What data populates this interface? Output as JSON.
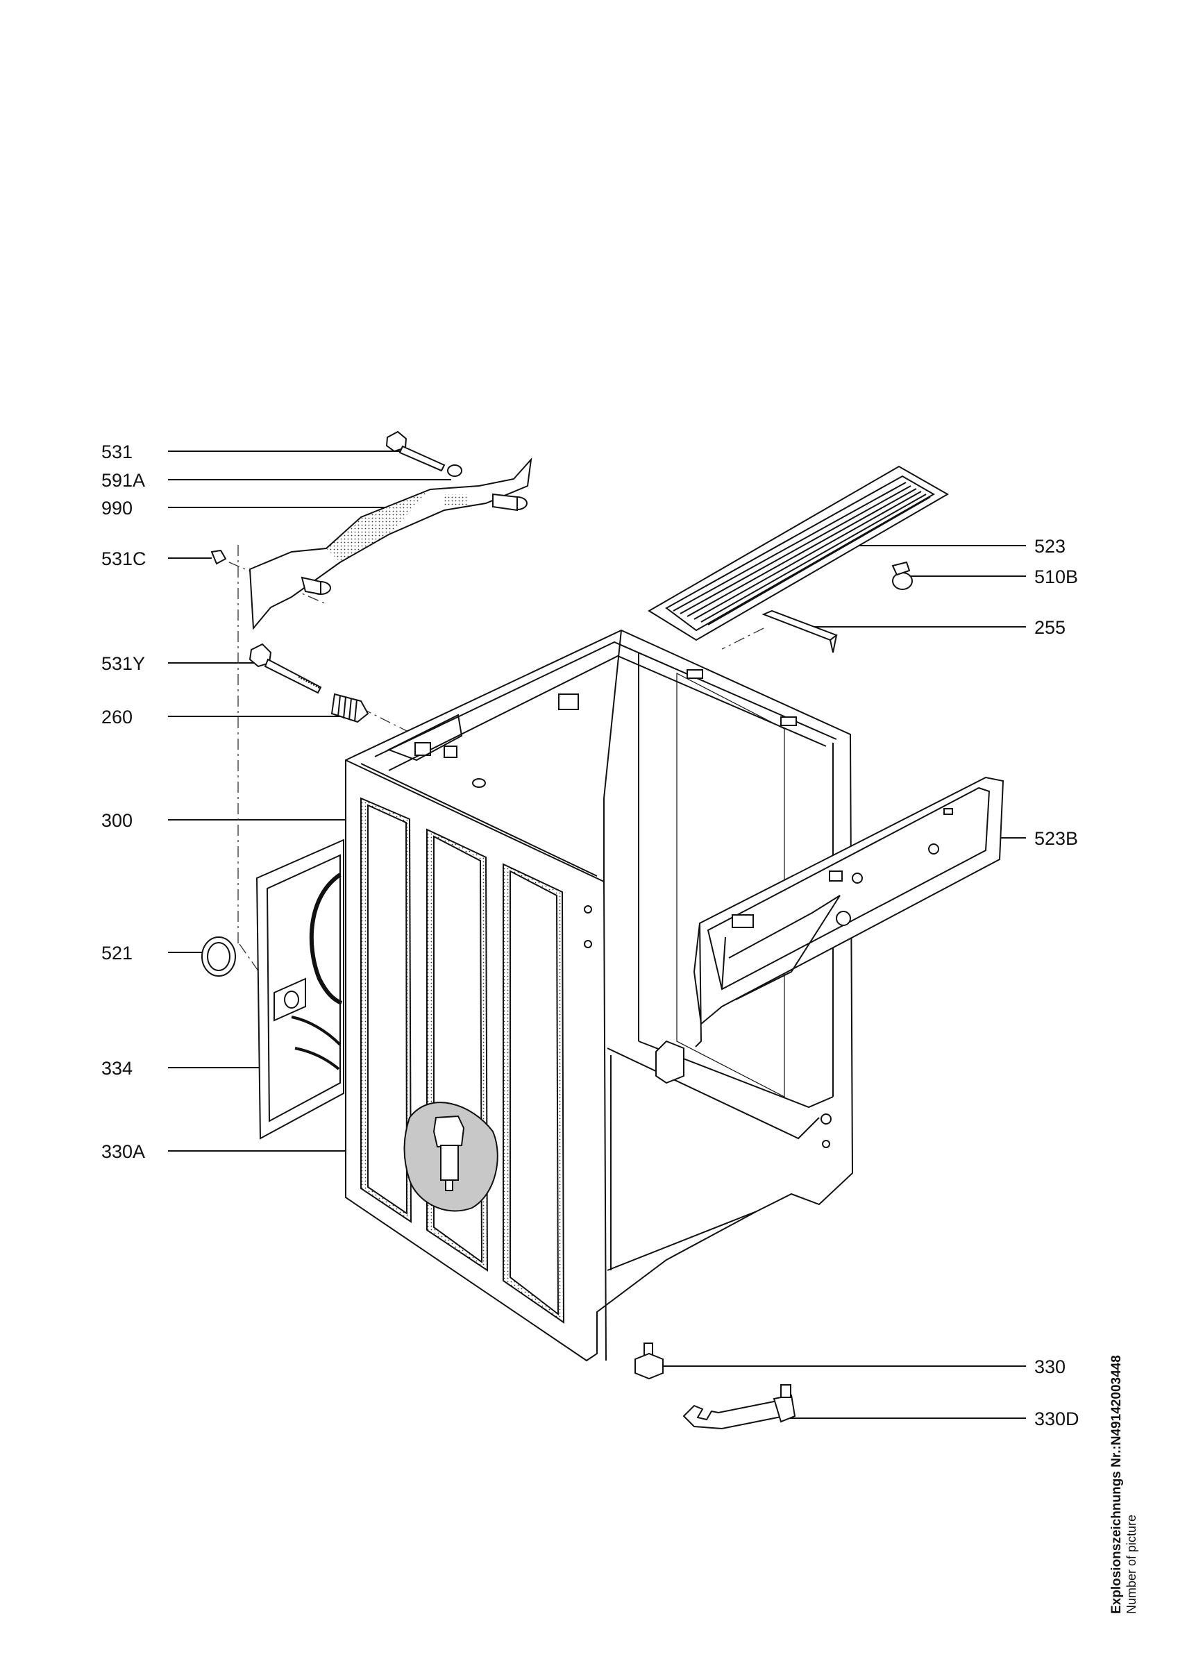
{
  "labels_left": [
    "531",
    "591A",
    "990",
    "531C",
    "531Y",
    "260",
    "300",
    "521",
    "334",
    "330A"
  ],
  "labels_right": [
    "523",
    "510B",
    "255",
    "523B",
    "330",
    "330D"
  ],
  "footer": {
    "title": "Explosionszeichnungs Nr.:N49142003448",
    "subtitle": "Number of picture"
  }
}
